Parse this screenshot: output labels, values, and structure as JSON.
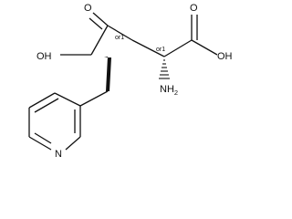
{
  "molecule": {
    "atoms": {
      "acid_left_oxygen": "O",
      "acid_left_hydroxyl": "OH",
      "acid_right_oxygen": "O",
      "acid_right_hydroxyl": "OH",
      "amino_N": "N",
      "amino_H": "H",
      "amino_H_count": "2",
      "ring_nitrogen": "N"
    },
    "stereo": {
      "center_left": "or1",
      "center_right": "or1"
    }
  }
}
